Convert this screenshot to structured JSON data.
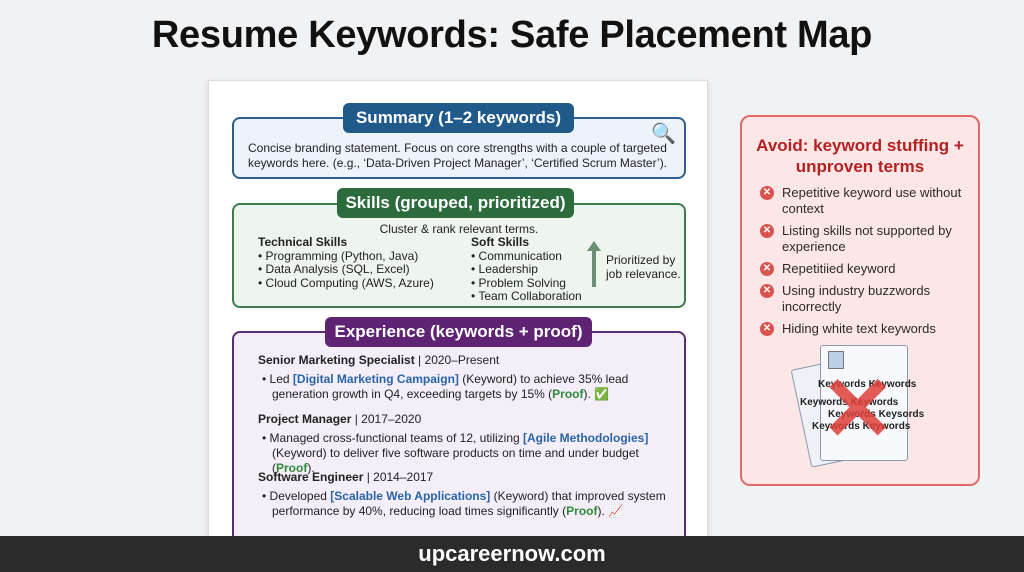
{
  "title": "Resume Keywords: Safe Placement Map",
  "summary": {
    "heading": "Summary (1–2 keywords)",
    "text": "Concise branding statement. Focus on core strengths with a couple of targeted keywords here. (e.g., ‘Data-Driven Project Manager’, ‘Certified Scrum Master’).",
    "icon": "magnifier-icon"
  },
  "skills": {
    "heading": "Skills (grouped, prioritized)",
    "caption": "Cluster & rank relevant terms.",
    "technical": {
      "title": "Technical Skills",
      "items": [
        "Programming (Python, Java)",
        "Data Analysis (SQL, Excel)",
        "Cloud Computing (AWS, Azure)"
      ]
    },
    "soft": {
      "title": "Soft Skills",
      "items": [
        "Communication",
        "Leadership",
        "Problem Solving",
        "Team Collaboration"
      ]
    },
    "priority_note": "Prioritized by job relevance."
  },
  "experience": {
    "heading": "Experience (keywords + proof)",
    "jobs": [
      {
        "title": "Senior Marketing Specialist",
        "dates": "2020–Present",
        "pre": "Led ",
        "keyword": "[Digital Marketing Campaign]",
        "mid": " (Keyword) to achieve 35% lead generation growth in Q4, exceeding targets by 15% (",
        "proof": "Proof",
        "post": "). ",
        "icon": "✅"
      },
      {
        "title": "Project Manager",
        "dates": "2017–2020",
        "pre": "Managed cross-functional teams of 12, utilizing ",
        "keyword": "[Agile Methodologies]",
        "mid": " (Keyword) to deliver five software products on time and under budget (",
        "proof": "Proof",
        "post": ").",
        "icon": ""
      },
      {
        "title": "Software Engineer",
        "dates": "2014–2017",
        "pre": "Developed ",
        "keyword": "[Scalable Web Applications]",
        "mid": " (Keyword) that improved system performance by 40%, reducing load times significantly (",
        "proof": "Proof",
        "post": "). ",
        "icon": "📈"
      }
    ]
  },
  "avoid": {
    "heading": "Avoid: keyword stuffing + unproven terms",
    "items": [
      "Repetitive keyword use without context",
      "Listing skills not supported by experience",
      "Repetitiied keyword",
      "Using industry buzzwords incorrectly",
      "Hiding white text keywords"
    ],
    "illustration_text": [
      "Keywords Keywords",
      "Keywords Keywords",
      "Keywords Keysords",
      "Keywords Keywords"
    ]
  },
  "footer": "upcareernow.com",
  "colors": {
    "summary": "#1f5a8a",
    "skills": "#2c6b3c",
    "experience": "#5e2373",
    "avoid": "#b52121",
    "keyword": "#2a64a8",
    "proof": "#2f8a3a"
  }
}
